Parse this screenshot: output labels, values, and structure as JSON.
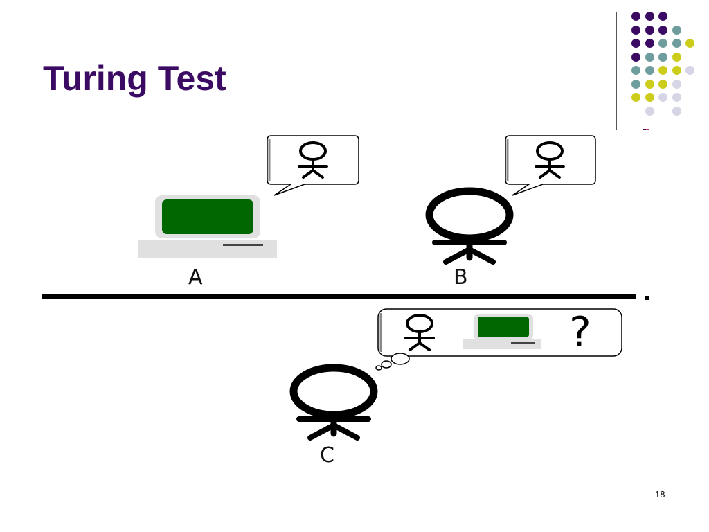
{
  "slide": {
    "title": "Turing Test",
    "page_number": "18"
  },
  "labels": {
    "a": "A",
    "b": "B",
    "c": "C",
    "question": "?"
  },
  "colors": {
    "title": "#3b0a63",
    "screen": "#006600",
    "computer_body": "#e0e0e0",
    "dot_purple": "#3b0a63",
    "dot_teal": "#6f9d9d",
    "dot_yellow": "#cccc1a",
    "dot_lavender": "#d5d5e6"
  },
  "decor": {
    "dot_grid": [
      [
        "purple",
        "purple",
        "purple",
        "none",
        "none"
      ],
      [
        "purple",
        "purple",
        "purple",
        "teal",
        "none"
      ],
      [
        "purple",
        "purple",
        "teal",
        "teal",
        "yellow"
      ],
      [
        "purple",
        "teal",
        "teal",
        "yellow",
        "none"
      ],
      [
        "teal",
        "teal",
        "yellow",
        "yellow",
        "lavender"
      ],
      [
        "teal",
        "yellow",
        "yellow",
        "lavender",
        "none"
      ],
      [
        "yellow",
        "yellow",
        "lavender",
        "lavender",
        "none"
      ],
      [
        "none",
        "lavender",
        "none",
        "lavender",
        "none"
      ]
    ]
  }
}
